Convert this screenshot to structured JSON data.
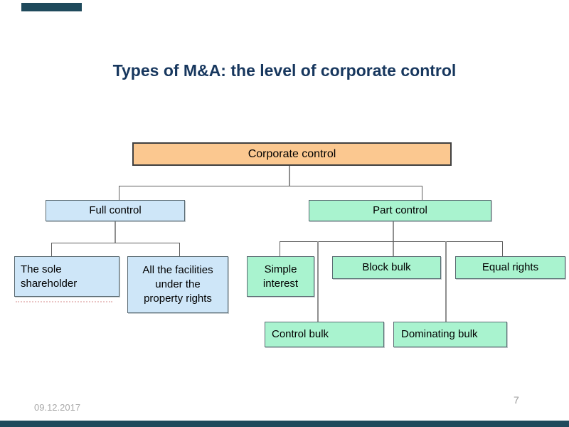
{
  "slide": {
    "title": "Types of M&A: the level of corporate control",
    "footer": {
      "date": "09.12.2017",
      "page_number": "7"
    }
  },
  "diagram": {
    "type": "org-chart",
    "nodes": {
      "corporate": {
        "label": "Corporate control",
        "parent": null
      },
      "full": {
        "label": "Full control",
        "parent": "corporate"
      },
      "part": {
        "label": "Part control",
        "parent": "corporate"
      },
      "sole": {
        "label": "The sole\nshareholder",
        "parent": "full"
      },
      "facilities": {
        "label": "All the facilities\nunder the\nproperty rights",
        "parent": "full"
      },
      "simple": {
        "label": "Simple\ninterest",
        "parent": "part"
      },
      "block": {
        "label": "Block bulk",
        "parent": "part"
      },
      "equal": {
        "label": "Equal rights",
        "parent": "part"
      },
      "control_bulk": {
        "label": "Control bulk",
        "parent": "part"
      },
      "dominating": {
        "label": "Dominating bulk",
        "parent": "part"
      }
    },
    "colors": {
      "root_fill": "#FBC890",
      "full_branch_fill": "#CEE6F8",
      "part_branch_fill": "#A9F3CF",
      "box_border": "#5A6A72",
      "root_border": "#404040",
      "connector_line": "#606060",
      "title_text": "#17375E",
      "accent_bar": "#1F4A5C",
      "footer_text": "#A8A8A8"
    }
  }
}
